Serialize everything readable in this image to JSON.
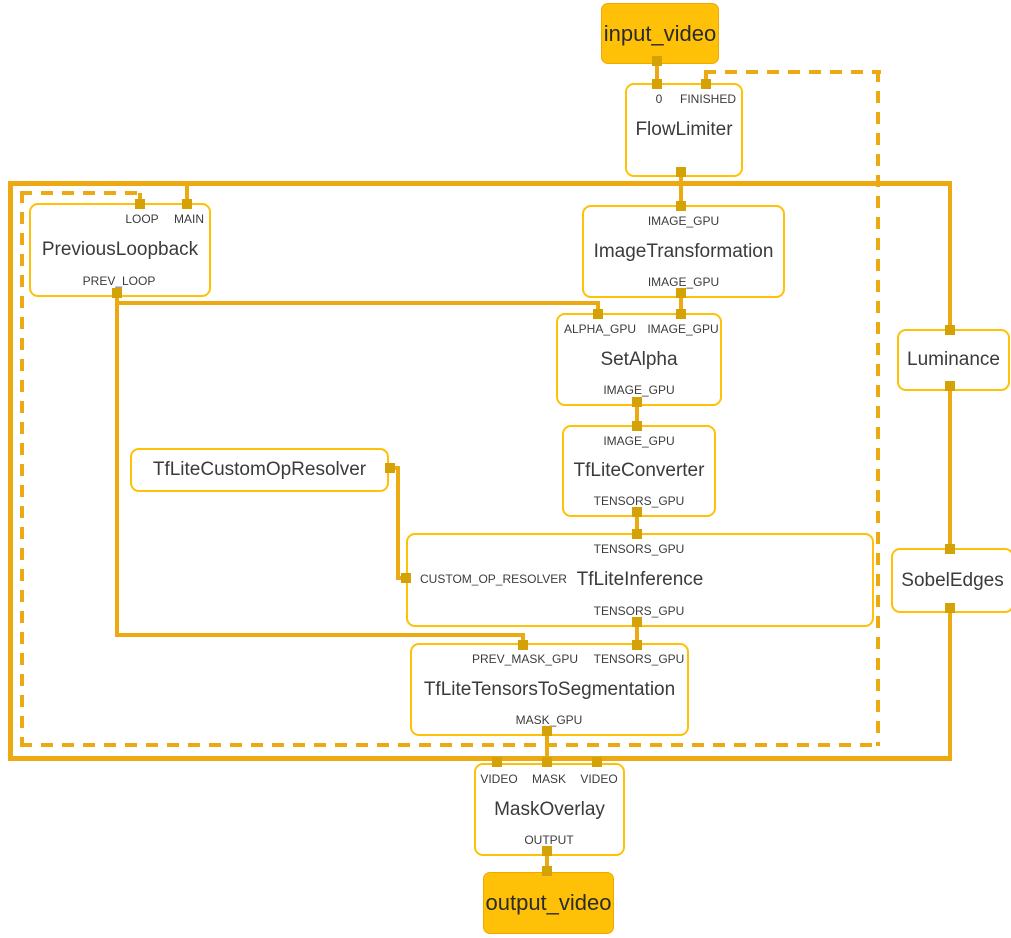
{
  "colors": {
    "accent": "#FFC107",
    "edge": "#EDA912",
    "port": "#D4A106",
    "text": "#3B3B3B",
    "node-bg": "#FFFFFF",
    "io-text": "#2B2B2B"
  },
  "io_nodes": {
    "input_video": {
      "label": "input_video"
    },
    "output_video": {
      "label": "output_video"
    }
  },
  "nodes": {
    "flow_limiter": {
      "title": "FlowLimiter",
      "in_ports": [
        "0",
        "FINISHED"
      ]
    },
    "previous_loopback": {
      "title": "PreviousLoopback",
      "in_ports": [
        "LOOP",
        "MAIN"
      ],
      "out_ports": [
        "PREV_LOOP"
      ]
    },
    "image_transformation": {
      "title": "ImageTransformation",
      "in_ports": [
        "IMAGE_GPU"
      ],
      "out_ports": [
        "IMAGE_GPU"
      ]
    },
    "set_alpha": {
      "title": "SetAlpha",
      "in_ports": [
        "ALPHA_GPU",
        "IMAGE_GPU"
      ],
      "out_ports": [
        "IMAGE_GPU"
      ]
    },
    "luminance": {
      "title": "Luminance"
    },
    "tflite_converter": {
      "title": "TfLiteConverter",
      "in_ports": [
        "IMAGE_GPU"
      ],
      "out_ports": [
        "TENSORS_GPU"
      ]
    },
    "tflite_custom_op_resolver": {
      "title": "TfLiteCustomOpResolver"
    },
    "tflite_inference": {
      "title": "TfLiteInference",
      "in_ports": [
        "TENSORS_GPU"
      ],
      "side_ports": [
        "CUSTOM_OP_RESOLVER"
      ],
      "out_ports": [
        "TENSORS_GPU"
      ]
    },
    "sobel_edges": {
      "title": "SobelEdges"
    },
    "tflite_tensors_to_segmentation": {
      "title": "TfLiteTensorsToSegmentation",
      "in_ports": [
        "PREV_MASK_GPU",
        "TENSORS_GPU"
      ],
      "out_ports": [
        "MASK_GPU"
      ]
    },
    "mask_overlay": {
      "title": "MaskOverlay",
      "in_ports": [
        "VIDEO",
        "MASK",
        "VIDEO"
      ],
      "out_ports": [
        "OUTPUT"
      ]
    }
  },
  "edges": [
    {
      "from": "input_video",
      "to": "FlowLimiter:0",
      "style": "solid"
    },
    {
      "from": "FlowLimiter",
      "to": "ImageTransformation:IMAGE_GPU",
      "style": "solid"
    },
    {
      "from": "FlowLimiter",
      "to": "PreviousLoopback:MAIN",
      "style": "solid"
    },
    {
      "from": "FlowLimiter",
      "to": "Luminance",
      "style": "solid"
    },
    {
      "from": "FlowLimiter",
      "to": "MaskOverlay:VIDEO",
      "style": "solid"
    },
    {
      "from": "PreviousLoopback:PREV_LOOP",
      "to": "SetAlpha:ALPHA_GPU",
      "style": "solid"
    },
    {
      "from": "PreviousLoopback:PREV_LOOP",
      "to": "TfLiteTensorsToSegmentation:PREV_MASK_GPU",
      "style": "solid"
    },
    {
      "from": "ImageTransformation:IMAGE_GPU",
      "to": "SetAlpha:IMAGE_GPU",
      "style": "solid"
    },
    {
      "from": "SetAlpha:IMAGE_GPU",
      "to": "TfLiteConverter:IMAGE_GPU",
      "style": "solid"
    },
    {
      "from": "TfLiteConverter:TENSORS_GPU",
      "to": "TfLiteInference:TENSORS_GPU",
      "style": "solid"
    },
    {
      "from": "TfLiteCustomOpResolver",
      "to": "TfLiteInference:CUSTOM_OP_RESOLVER",
      "style": "solid"
    },
    {
      "from": "TfLiteInference:TENSORS_GPU",
      "to": "TfLiteTensorsToSegmentation:TENSORS_GPU",
      "style": "solid"
    },
    {
      "from": "TfLiteTensorsToSegmentation:MASK_GPU",
      "to": "MaskOverlay:MASK",
      "style": "solid"
    },
    {
      "from": "TfLiteTensorsToSegmentation:MASK_GPU",
      "to": "PreviousLoopback:LOOP",
      "style": "dashed"
    },
    {
      "from": "TfLiteTensorsToSegmentation:MASK_GPU",
      "to": "FlowLimiter:FINISHED",
      "style": "dashed"
    },
    {
      "from": "Luminance",
      "to": "SobelEdges",
      "style": "solid"
    },
    {
      "from": "SobelEdges",
      "to": "MaskOverlay:VIDEO",
      "style": "solid"
    },
    {
      "from": "MaskOverlay:OUTPUT",
      "to": "output_video",
      "style": "solid"
    }
  ]
}
